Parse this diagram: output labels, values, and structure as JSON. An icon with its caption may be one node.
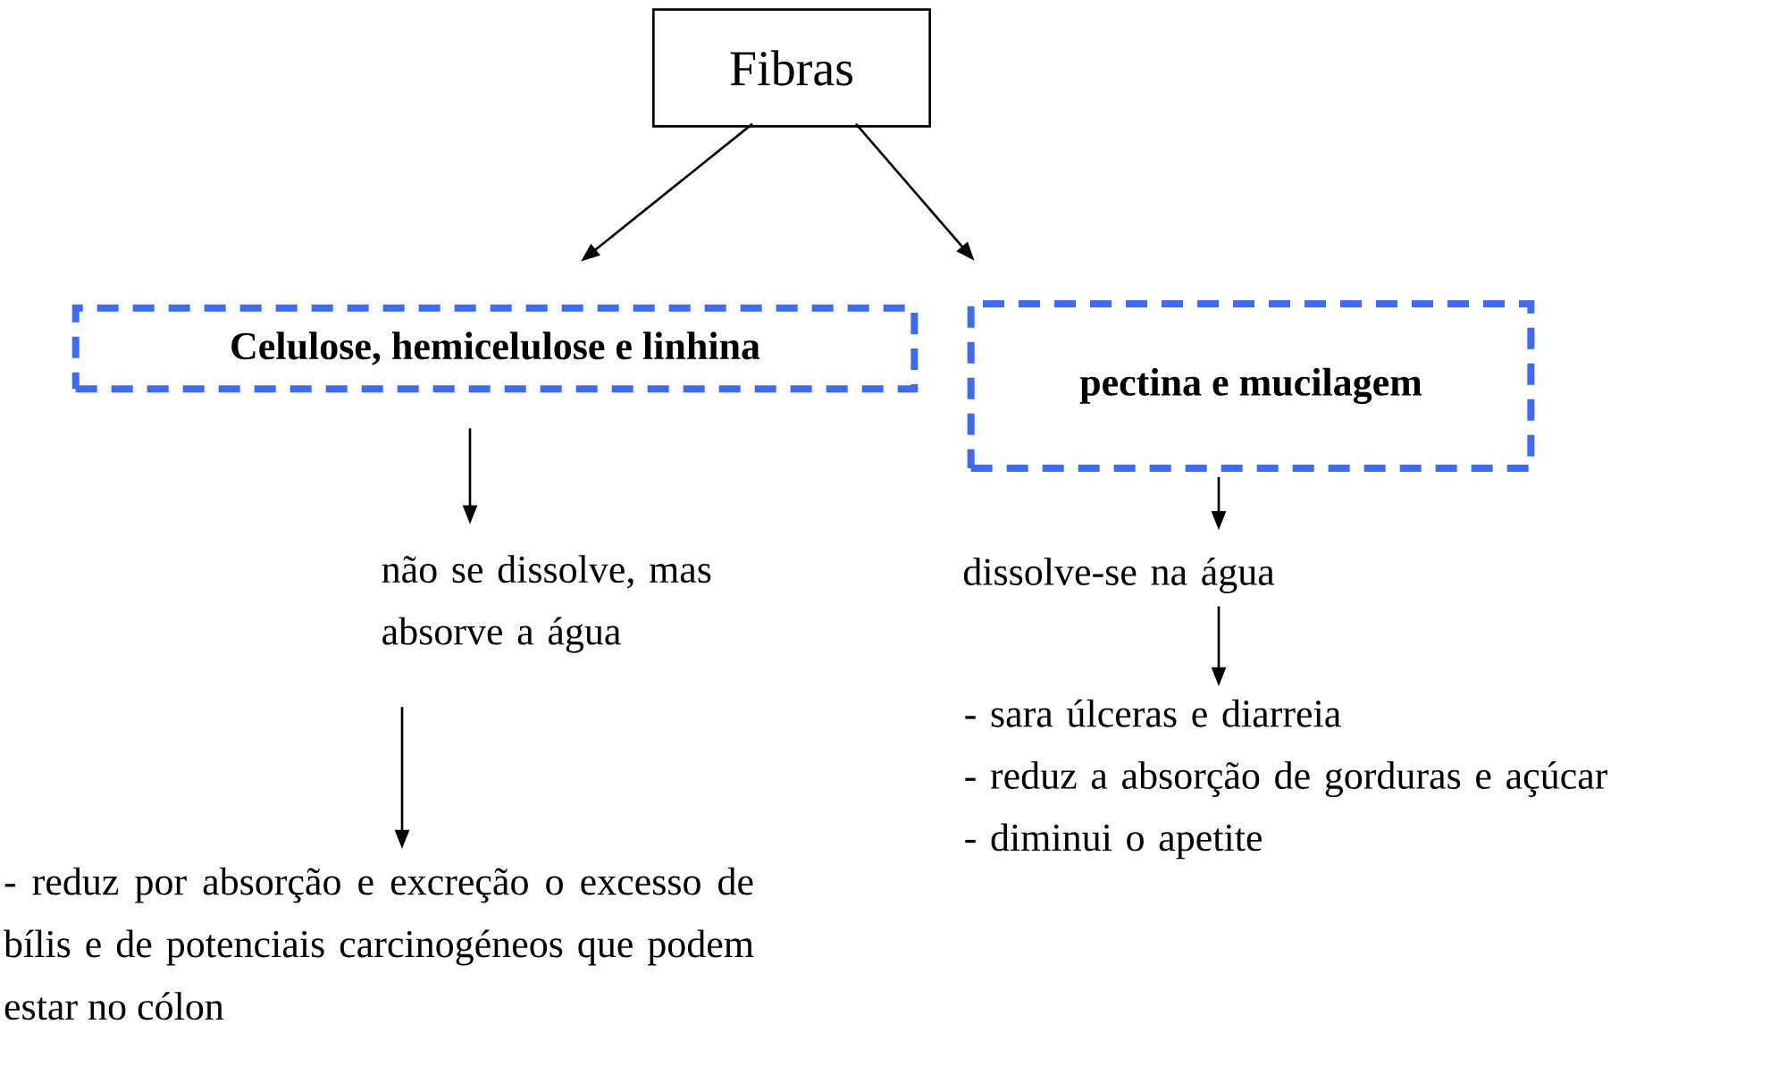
{
  "diagram": {
    "nodes": [
      {
        "text": [
          "Fibras"
        ]
      },
      {
        "text": [
          "Celulose, hemicelulose e linhina"
        ]
      },
      {
        "text": [
          "pectina e mucilagem"
        ]
      },
      {
        "text": [
          "não se dissolve, mas absorve a água"
        ]
      },
      {
        "text": [
          "dissolve-se na água"
        ]
      },
      {
        "text": [
          "- reduz por absorção e excreção o excesso de bílis e de potenciais carcinogéneos que podem estar no cólon"
        ]
      },
      {
        "text": [
          "- sara úlceras e diarreia",
          "- reduz a absorção de gorduras e açúcar",
          "- diminui o apetite"
        ]
      }
    ],
    "edges": [
      {
        "from": 0,
        "to": 1,
        "arrow": "to"
      },
      {
        "from": 0,
        "to": 2,
        "arrow": "to"
      },
      {
        "from": 1,
        "to": 3,
        "arrow": "to"
      },
      {
        "from": 2,
        "to": 4,
        "arrow": "to"
      },
      {
        "from": 3,
        "to": 5,
        "arrow": "to"
      },
      {
        "from": 4,
        "to": 6,
        "arrow": "to"
      }
    ]
  }
}
